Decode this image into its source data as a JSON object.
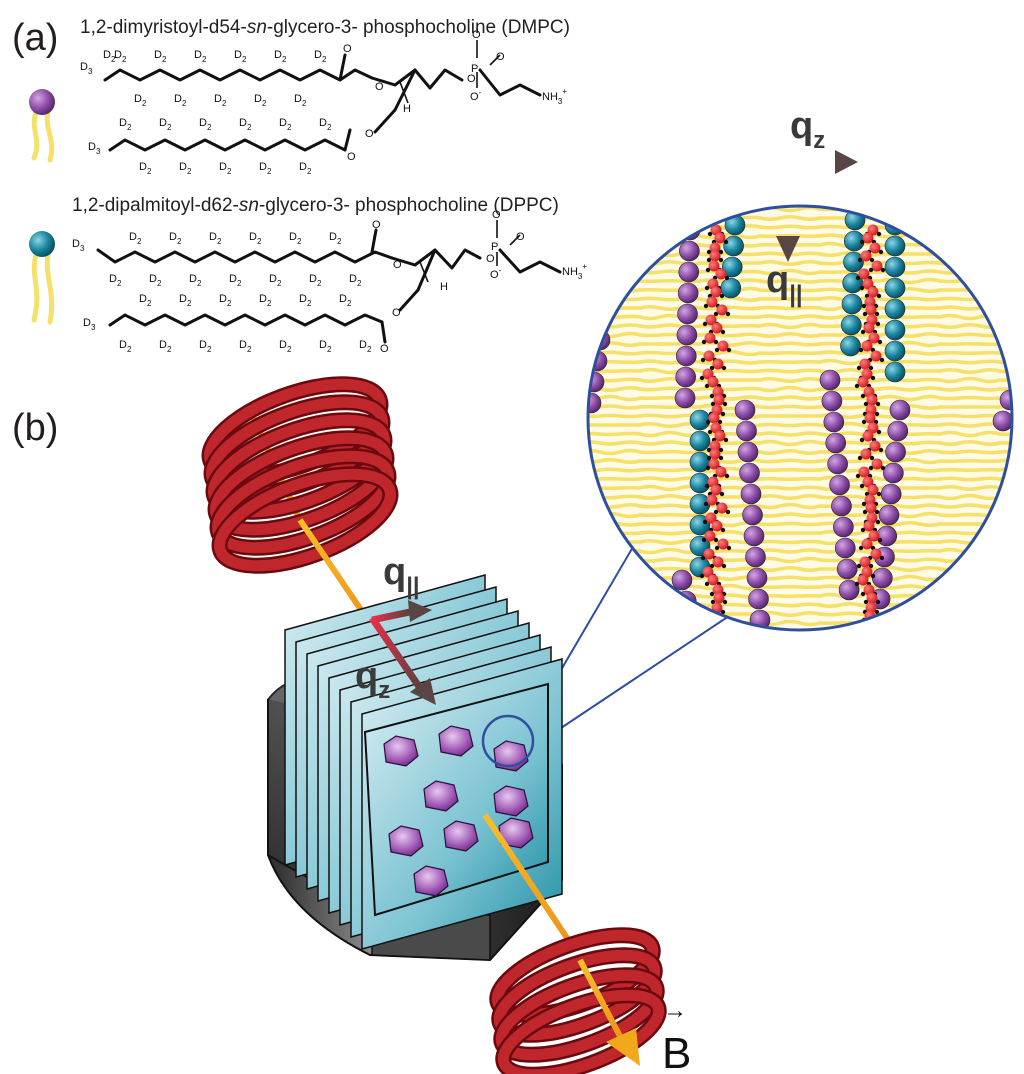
{
  "panel_a": {
    "label": "(a)",
    "dmpc": {
      "name_part1": "1,2-dimyristoyl-d54-",
      "name_italic": "sn",
      "name_part2": "-glycero-3- phosphocholine (DMPC)"
    },
    "dppc": {
      "name_part1": "1,2-dipalmitoyl-d62-",
      "name_italic": "sn",
      "name_part2": "-glycero-3- phosphocholine (DPPC)"
    },
    "atoms": {
      "d2": "D",
      "d2_sub": "2",
      "d3": "D",
      "d3_sub": "3",
      "o": "O",
      "p": "P",
      "h": "H",
      "o_minus": "O",
      "nh3": "NH",
      "nh3_sub": "3",
      "plus": "+",
      "minus": "-"
    }
  },
  "panel_b": {
    "label": "(b)",
    "q_parallel": {
      "base": "q",
      "sub": "||"
    },
    "q_z": {
      "base": "q",
      "sub": "z"
    },
    "b_field": "B",
    "b_arrow": "→"
  },
  "colors": {
    "purple_headgroup": "#8e4fa8",
    "teal_headgroup": "#1a86a0",
    "tail_yellow": "#f5e06a",
    "coil_red": "#c0272d",
    "beam_orange": "#f2a81d",
    "circle_border": "#2f4f9e",
    "water_red": "#e0201e",
    "arrow_red": "#e0304a",
    "arrow_dark": "#5a4a4a"
  },
  "icons": [
    "dmpc-lipid-icon",
    "dppc-lipid-icon",
    "magnet-coil-icon",
    "bicelle-sample-icon"
  ]
}
